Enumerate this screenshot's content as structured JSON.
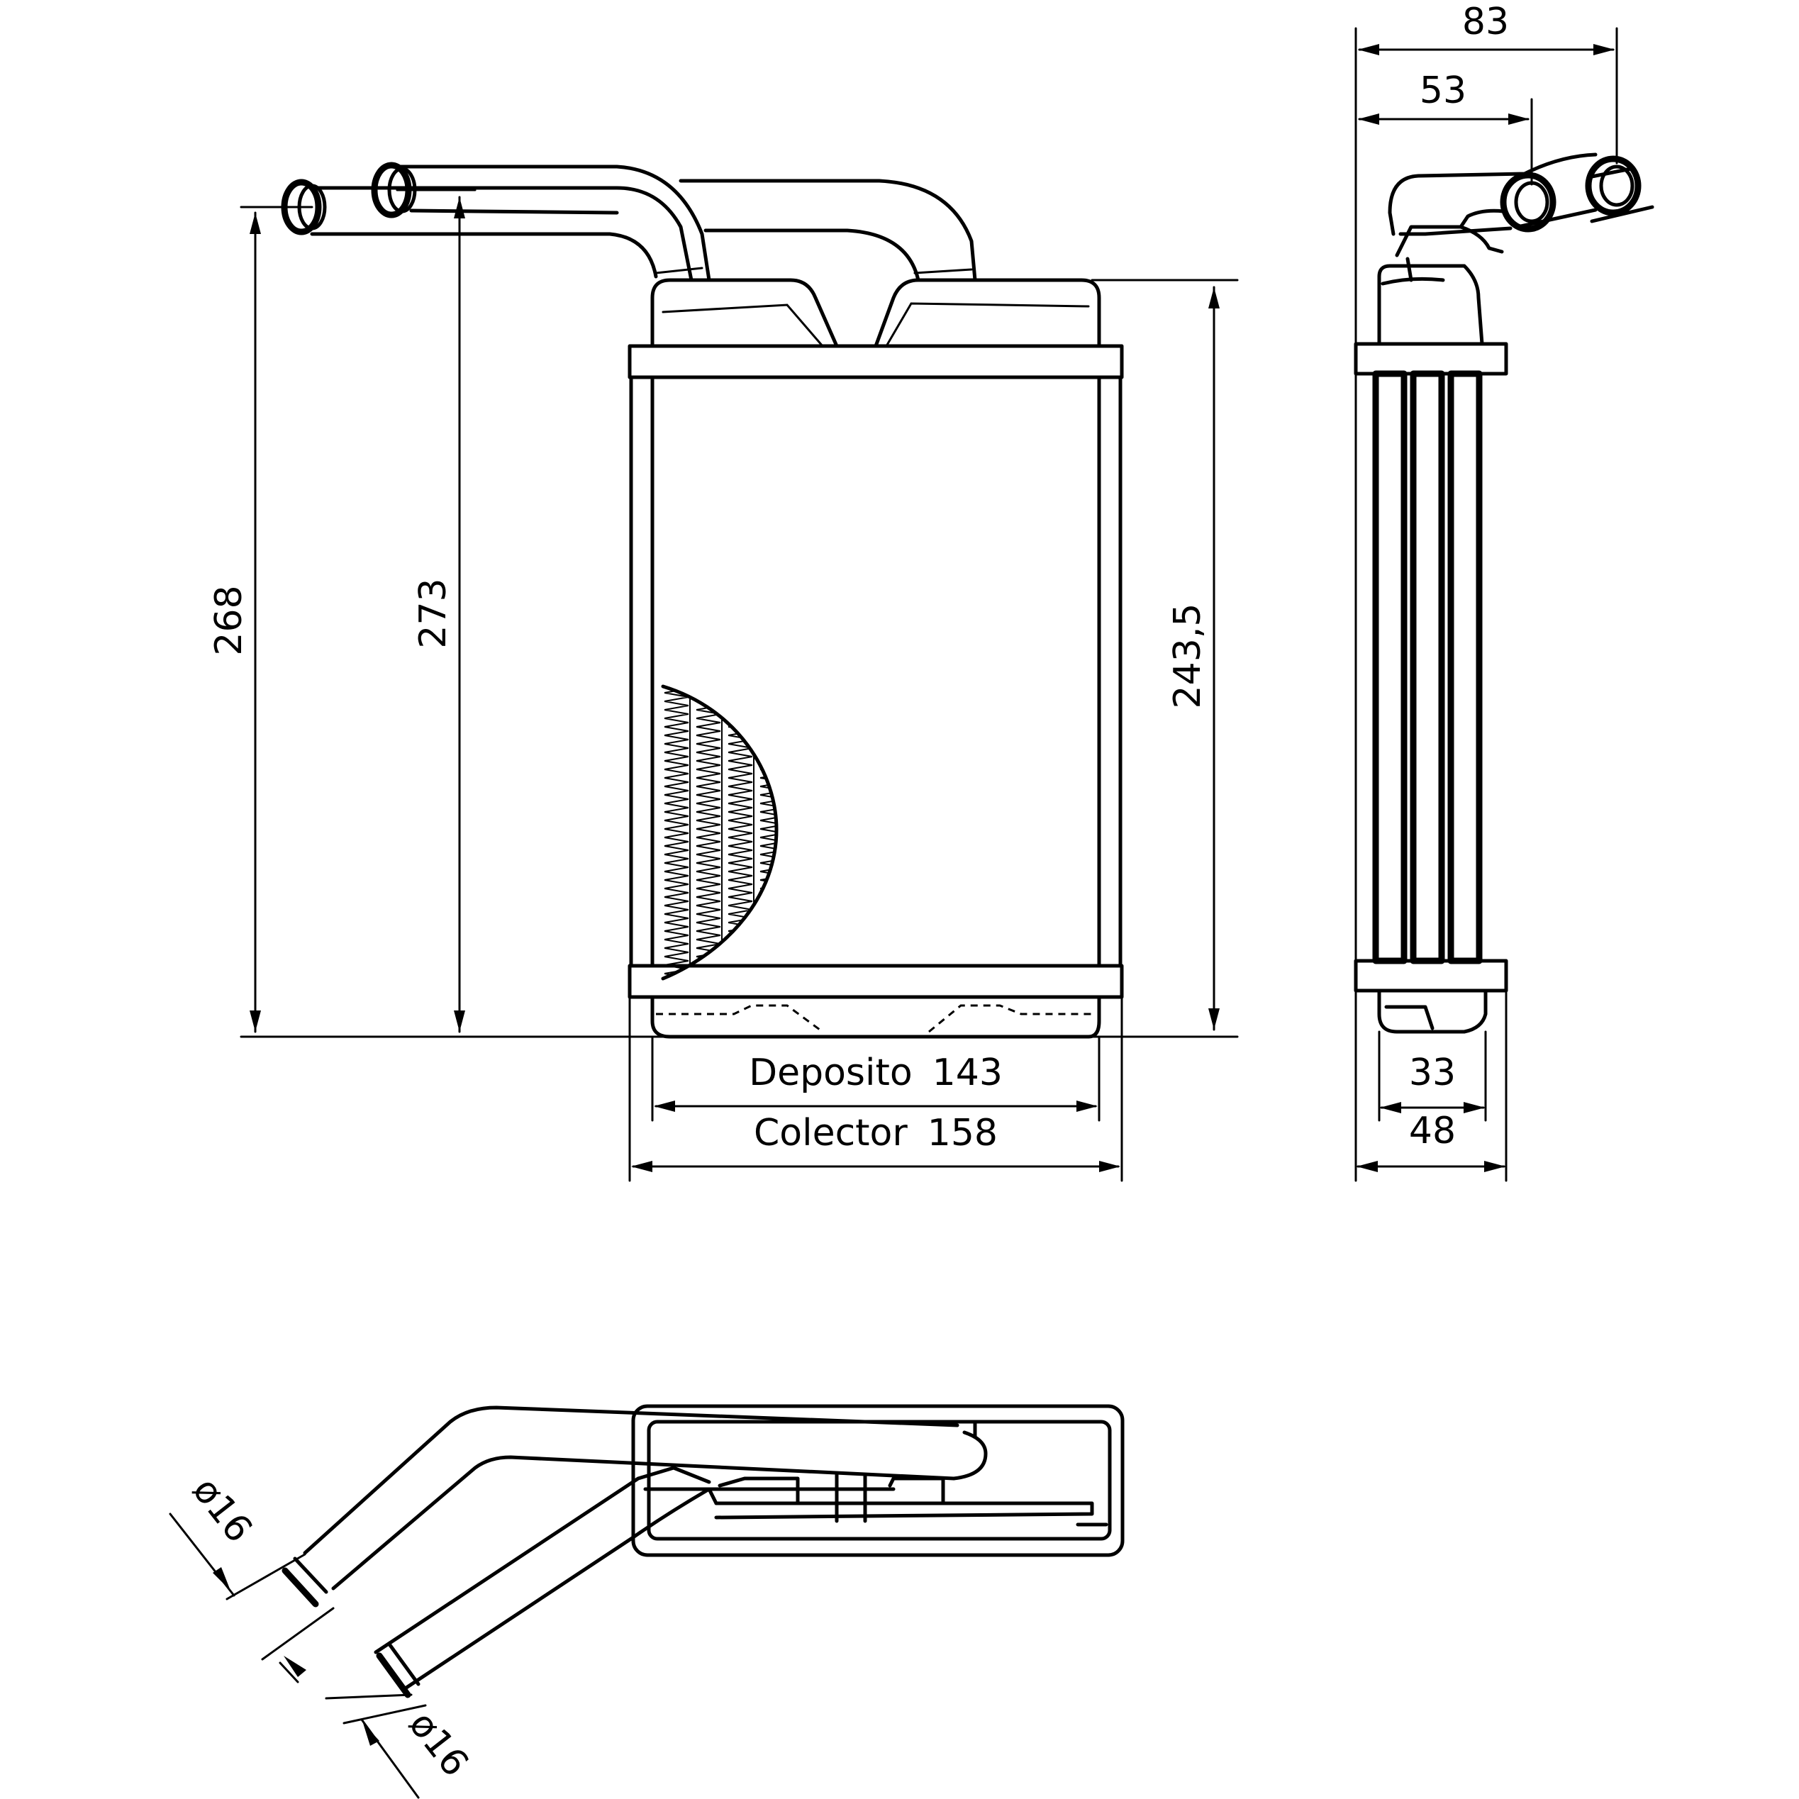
{
  "dimensions": {
    "overall_height_left": "268",
    "overall_height_second": "273",
    "core_height": "243,5",
    "tank_width_label": "Deposito",
    "tank_width_value": "143",
    "header_width_label": "Colector",
    "header_width_value": "158",
    "side_total_depth": "83",
    "side_pipe_depth": "53",
    "side_core_depth": "33",
    "side_header_depth": "48",
    "pipe_diameter_upper": "ø16",
    "pipe_diameter_lower": "ø16"
  }
}
